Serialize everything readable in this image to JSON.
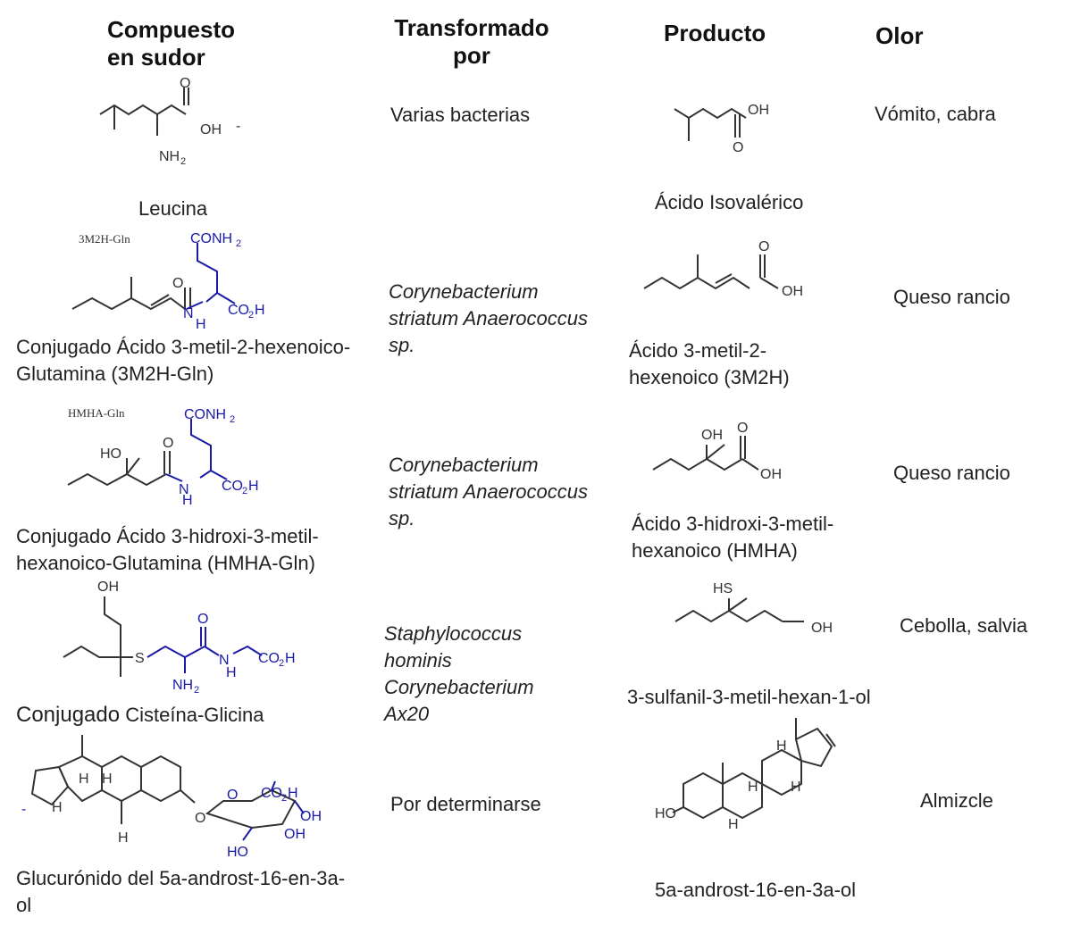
{
  "headers": {
    "compound": "Compuesto en sudor",
    "transformed_by": "Transformado por",
    "product": "Producto",
    "odor": "Olor"
  },
  "rows": [
    {
      "compound_name": "Leucina",
      "transformed_by": "Varias bacterias",
      "product_name": "Ácido Isovalérico",
      "odor": "Vómito, cabra"
    },
    {
      "compound_tag": "3M2H-Gln",
      "compound_name": "Conjugado Ácido 3-metil-2-hexenoico-Glutamina (3M2H-Gln)",
      "transformed_by": "Corynebacterium striatum Anaerococcus sp.",
      "product_name": "Ácido 3-metil-2-hexenoico (3M2H)",
      "odor": "Queso rancio"
    },
    {
      "compound_tag": "HMHA-Gln",
      "compound_name": "Conjugado Ácido 3-hidroxi-3-metil-hexanoico-Glutamina (HMHA-Gln)",
      "transformed_by": "Corynebacterium striatum Anaerococcus sp.",
      "product_name": "Ácido 3-hidroxi-3-metil-hexanoico (HMHA)",
      "odor": "Queso rancio"
    },
    {
      "compound_name_prefix": "Conjugado",
      "compound_name_rest": "Cisteína-Glicina",
      "transformed_by": "Staphylococcus hominis Corynebacterium Ax20",
      "product_name": "3-sulfanil-3-metil-hexan-1-ol",
      "odor": "Cebolla, salvia"
    },
    {
      "compound_name": "Glucurónido del 5a-androst-16-en-3a-ol",
      "transformed_by": "Por determinarse",
      "product_name": "5a-androst-16-en-3a-ol",
      "odor": "Almizcle"
    }
  ],
  "structure_labels": {
    "oh": "OH",
    "o": "O",
    "nh2": "NH",
    "h": "H",
    "n": "N",
    "ho": "HO",
    "conh2": "CONH",
    "co2h": "CO",
    "co2h_tail": "H",
    "s": "S",
    "hs": "HS",
    "sub2": "2",
    "dash": "-"
  },
  "colors": {
    "text": "#111111",
    "structure": "#333333",
    "conjugate_blue": "#1a1aa6"
  }
}
